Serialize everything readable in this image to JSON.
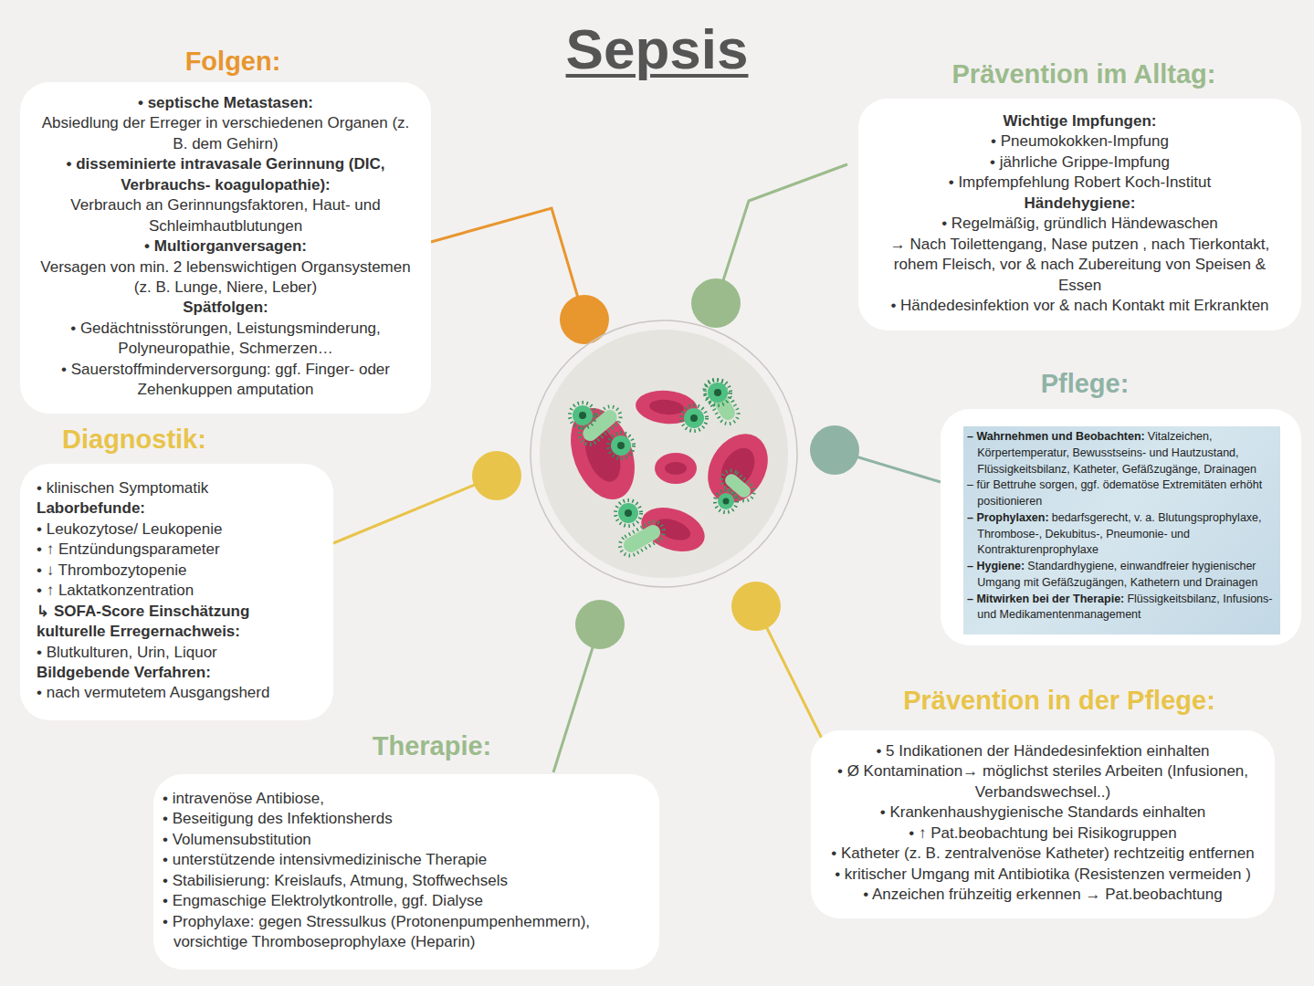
{
  "diagram": {
    "title": "Sepsis",
    "nodes": [
      {
        "text": [
          "Folgen:",
          "• septische Metastasen:",
          "Absiedlung der Erreger in verschiedenen Organen (z. B. dem Gehirn)",
          "• disseminierte intravasale Gerinnung (DIC, Verbrauchs- koagulopathie):",
          "Verbrauch an Gerinnungsfaktoren, Haut- und Schleimhautblutungen",
          "• Multiorganversagen:",
          "Versagen von min. 2 lebenswichtigen Organsystemen (z. B. Lunge, Niere, Leber)",
          "Spätfolgen:",
          "• Gedächtnisstörungen, Leistungsminderung, Polyneuropathie, Schmerzen…",
          "• Sauerstoffminderversorgung: ggf. Finger- oder Zehenkuppen amputation"
        ]
      },
      {
        "text": [
          "Prävention im Alltag:",
          "Wichtige Impfungen:",
          "• Pneumokokken-Impfung",
          "• jährliche Grippe-Impfung",
          "• Impfempfehlung Robert Koch-Institut",
          "Händehygiene:",
          "• Regelmäßig, gründlich Händewaschen",
          "→ Nach Toilettengang, Nase putzen , nach Tierkontakt, rohem Fleisch, vor & nach Zubereitung von Speisen & Essen",
          "• Händedesinfektion vor & nach Kontakt mit Erkrankten"
        ]
      },
      {
        "text": [
          "Diagnostik:",
          "• klinischen Symptomatik",
          "Laborbefunde:",
          "• Leukozytose/ Leukopenie",
          "• ↑ Entzündungsparameter",
          "• ↓ Thrombozytopenie",
          "• ↑ Laktatkonzentration",
          "↳ SOFA-Score Einschätzung",
          "kulturelle Erregernachweis:",
          "• Blutkulturen, Urin, Liquor",
          "Bildgebende Verfahren:",
          "• nach vermutetem Ausgangsherd"
        ]
      },
      {
        "text": [
          "Pflege:"
        ]
      },
      {
        "text": [
          "– Wahrnehmen und Beobachten:",
          "Vitalzeichen, Körpertemperatur, Bewusstseins- und Hautzustand, Flüssigkeitsbilanz, Katheter, Gefäßzugänge, Drainagen",
          "– für Bettruhe sorgen, ggf. ödematöse Extremitäten erhöht positionieren",
          "– Prophylaxen:",
          "bedarfsgerecht, v. a. Blutungsprophylaxe, Thrombose-, Dekubitus-, Pneumonie- und Kontrakturenprophylaxe",
          "– Hygiene:",
          "Standardhygiene, einwandfreier hygienischer Umgang mit Gefäßzugängen, Kathetern und Drainagen",
          "– Mitwirken bei der Therapie:",
          "Flüssigkeitsbilanz, Infusions- und Medikamentenmanagement"
        ],
        "in": 3
      },
      {
        "text": [
          "Therapie:",
          "• intravenöse Antibiose,",
          "• Beseitigung des Infektionsherds",
          "• Volumensubstitution",
          "• unterstützende intensivmedizinische Therapie",
          "• Stabilisierung: Kreislaufs, Atmung, Stoffwechsels",
          "• Engmaschige Elektrolytkontrolle, ggf. Dialyse",
          "• Prophylaxe: gegen Stressulkus (Protonenpumpenhemmern), vorsichtige Thromboseprophylaxe (Heparin)"
        ]
      },
      {
        "text": [
          "Prävention in der Pflege:",
          "• 5 Indikationen der Händedesinfektion einhalten",
          "• Ø Kontamination→ möglichst steriles Arbeiten (Infusionen, Verbandswechsel..)",
          "• Krankenhaushygienische Standards einhalten",
          "• ↑ Pat.beobachtung bei Risikogruppen",
          "• Katheter (z. B. zentralvenöse Katheter) rechtzeitig entfernen",
          "• kritischer Umgang mit Antibiotika (Resistenzen vermeiden )",
          "• Anzeichen frühzeitig erkennen → Pat.beobachtung"
        ]
      }
    ]
  }
}
